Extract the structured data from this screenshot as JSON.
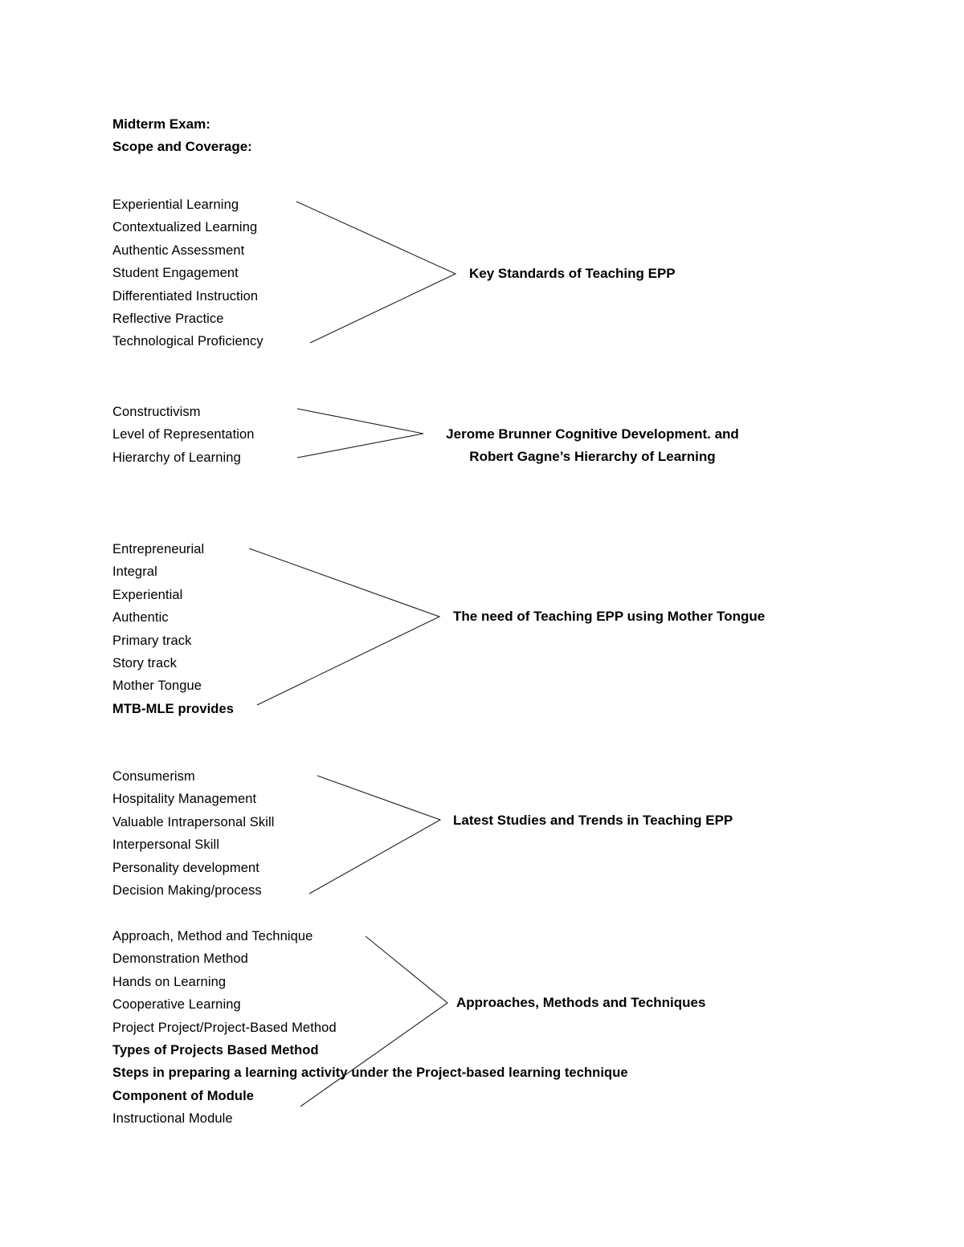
{
  "page": {
    "background_color": "#ffffff",
    "text_color": "#000000",
    "line_color": "#1f1f1f"
  },
  "title": {
    "line1": "Midterm Exam:",
    "line2": "Scope and Coverage:"
  },
  "groups": [
    {
      "id": "key-standards",
      "items": [
        {
          "text": "Experiential Learning",
          "bold": false
        },
        {
          "text": "Contextualized Learning",
          "bold": false
        },
        {
          "text": "Authentic Assessment",
          "bold": false
        },
        {
          "text": "Student Engagement",
          "bold": false
        },
        {
          "text": "Differentiated Instruction",
          "bold": false
        },
        {
          "text": "Reflective Practice",
          "bold": false
        },
        {
          "text": "Technological Proficiency",
          "bold": false
        }
      ],
      "heading_lines": [
        "Key Standards of Teaching EPP"
      ]
    },
    {
      "id": "brunner-gagne",
      "items": [
        {
          "text": "Constructivism",
          "bold": false
        },
        {
          "text": "Level of Representation",
          "bold": false
        },
        {
          "text": "Hierarchy of Learning",
          "bold": false
        }
      ],
      "heading_lines": [
        "Jerome Brunner Cognitive Development. and",
        "Robert Gagne’s Hierarchy of Learning"
      ]
    },
    {
      "id": "mother-tongue",
      "items": [
        {
          "text": "Entrepreneurial",
          "bold": false
        },
        {
          "text": "Integral",
          "bold": false
        },
        {
          "text": "Experiential",
          "bold": false
        },
        {
          "text": "Authentic",
          "bold": false
        },
        {
          "text": "Primary track",
          "bold": false
        },
        {
          "text": "Story track",
          "bold": false
        },
        {
          "text": "Mother Tongue",
          "bold": false
        },
        {
          "text": "MTB-MLE provides",
          "bold": true
        }
      ],
      "heading_lines": [
        "The need of Teaching EPP using Mother Tongue"
      ]
    },
    {
      "id": "latest-studies",
      "items": [
        {
          "text": "Consumerism",
          "bold": false
        },
        {
          "text": "Hospitality Management",
          "bold": false
        },
        {
          "text": "Valuable Intrapersonal Skill",
          "bold": false
        },
        {
          "text": "Interpersonal Skill",
          "bold": false
        },
        {
          "text": "Personality development",
          "bold": false
        },
        {
          "text": "Decision Making/process",
          "bold": false
        }
      ],
      "heading_lines": [
        "Latest Studies and Trends in Teaching EPP"
      ]
    },
    {
      "id": "approaches-methods",
      "items": [
        {
          "text": "Approach, Method and Technique",
          "bold": false
        },
        {
          "text": "Demonstration Method",
          "bold": false
        },
        {
          "text": "Hands on Learning",
          "bold": false
        },
        {
          "text": "Cooperative Learning",
          "bold": false
        },
        {
          "text": "Project Project/Project-Based Method",
          "bold": false
        },
        {
          "text": "Types of Projects Based Method",
          "bold": true
        },
        {
          "text": "Steps in preparing a learning activity under the Project-based learning technique",
          "bold": true
        },
        {
          "text": "Component of Module",
          "bold": true
        },
        {
          "text": "Instructional Module",
          "bold": false
        }
      ],
      "heading_lines": [
        "Approaches, Methods and Techniques"
      ]
    }
  ]
}
